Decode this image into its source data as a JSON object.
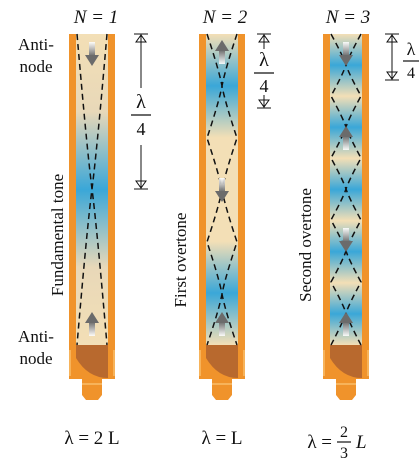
{
  "pipes": [
    {
      "n_label": "N = 1",
      "overtone_label": "Fundamental tone",
      "wavelength_label": "λ = 2 L",
      "node_count": 1,
      "arrows": [
        "down",
        "up"
      ]
    },
    {
      "n_label": "N = 2",
      "overtone_label": "First overtone",
      "wavelength_label": "λ = L",
      "node_count": 2,
      "arrows": [
        "up",
        "down",
        "up"
      ]
    },
    {
      "n_label": "N = 3",
      "overtone_label": "Second overtone",
      "wavelength_label_prefix": "λ =",
      "wavelength_fraction": {
        "numerator": "2",
        "denominator": "3"
      },
      "wavelength_label_suffix": "L",
      "node_count": 3,
      "arrows": [
        "down",
        "up",
        "down",
        "up"
      ]
    }
  ],
  "antinode_top": [
    "Anti-",
    "node"
  ],
  "antinode_bottom": [
    "Anti-",
    "node"
  ],
  "lambda_quarter": {
    "numerator": "λ",
    "denominator": "4"
  },
  "colors": {
    "pipe_orange": "#f0932b",
    "antinode_cream": "#f3dfb6",
    "node_blue": "#3aa7d8",
    "mouth_brown": "#b8692e"
  }
}
